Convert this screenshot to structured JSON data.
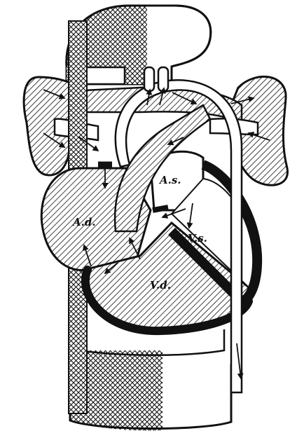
{
  "labels": {
    "right_atrium": "A.d.",
    "left_atrium": "A.s.",
    "left_ventricle": "V.s.",
    "right_ventricle": "V.d."
  },
  "colors": {
    "ink": "#111111",
    "paper": "#ffffff"
  },
  "icons": {
    "arrow": "arrow-icon"
  }
}
